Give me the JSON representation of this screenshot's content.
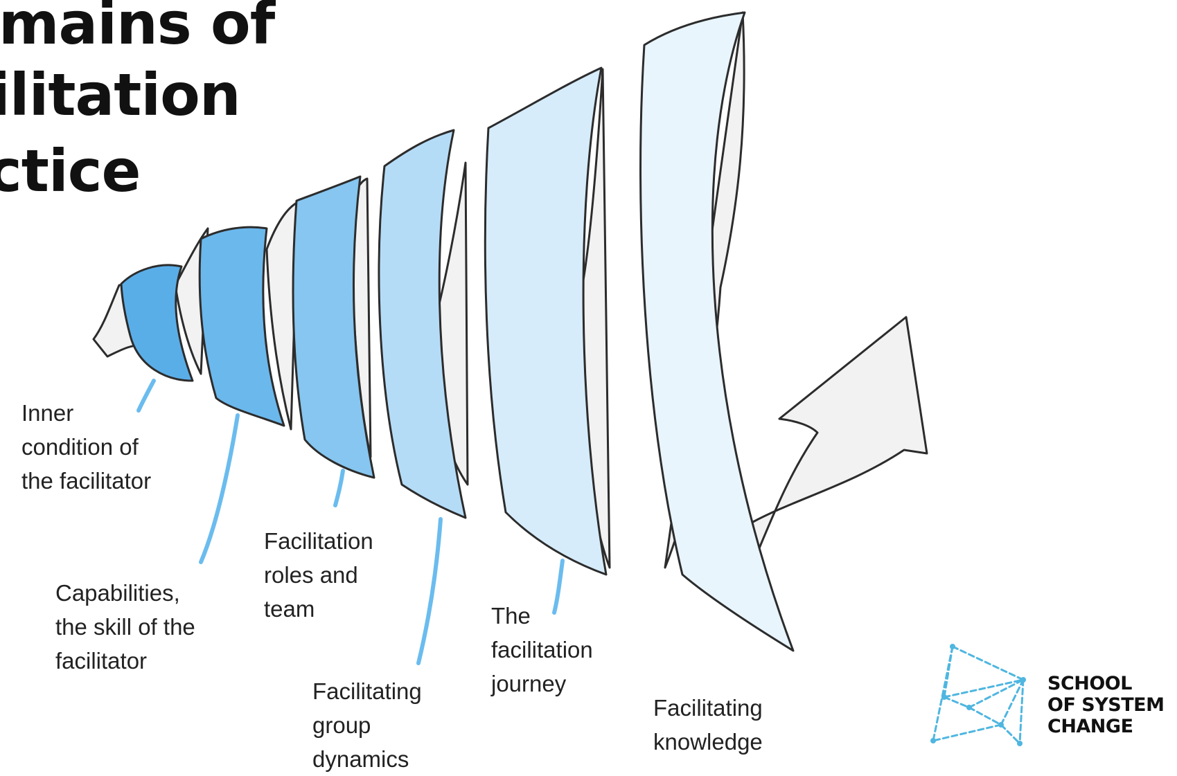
{
  "title": {
    "lines": [
      "mains of",
      "ilitation",
      "ctice"
    ]
  },
  "domains": [
    {
      "lines": [
        "Inner",
        "condition of",
        "the facilitator"
      ],
      "color": "#5aaee8"
    },
    {
      "lines": [
        "Capabilities,",
        "the skill of the",
        "facilitator"
      ],
      "color": "#6bb8ec"
    },
    {
      "lines": [
        "Facilitation",
        "roles and",
        "team"
      ],
      "color": "#86c6f0"
    },
    {
      "lines": [
        "Facilitating",
        "group",
        "dynamics"
      ],
      "color": "#b5dcf7"
    },
    {
      "lines": [
        "The",
        "facilitation",
        "journey"
      ],
      "color": "#d6ecfb"
    },
    {
      "lines": [
        "Facilitating",
        "knowledge"
      ],
      "color": "#e8f5fd"
    }
  ],
  "colors": {
    "back_face": "#f2f2f2",
    "outline": "#2c2c2c",
    "pointer": "#6bbcee"
  },
  "logo": {
    "lines": [
      "SCHOOL",
      "OF SYSTEM",
      "CHANGE"
    ],
    "icon": "network-graph-icon",
    "color": "#4fb6e0"
  }
}
